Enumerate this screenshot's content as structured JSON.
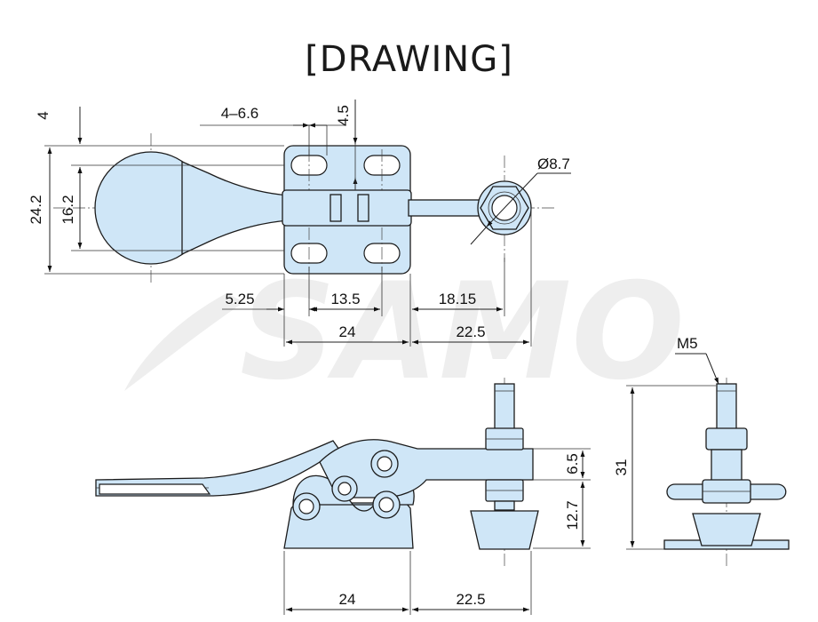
{
  "title": "[DRAWING]",
  "watermark": "SAMO",
  "colors": {
    "part_fill": "#cfe6f7",
    "line": "#1b1b1b",
    "watermark": "#eeeeee"
  },
  "dimensions": {
    "top_view": {
      "d_4": "4",
      "holes": "4–6.6",
      "d_4_5": "4.5",
      "d_8_7": "Ø8.7",
      "d_24_2": "24.2",
      "d_16_2": "16.2",
      "d_5_25": "5.25",
      "d_13_5": "13.5",
      "d_18_15": "18.15",
      "d_24": "24",
      "d_22_5": "22.5"
    },
    "side_view": {
      "d_6_5": "6.5",
      "d_12_7": "12.7",
      "d_24": "24",
      "d_22_5": "22.5"
    },
    "end_view": {
      "thread": "M5",
      "d_31": "31"
    }
  }
}
